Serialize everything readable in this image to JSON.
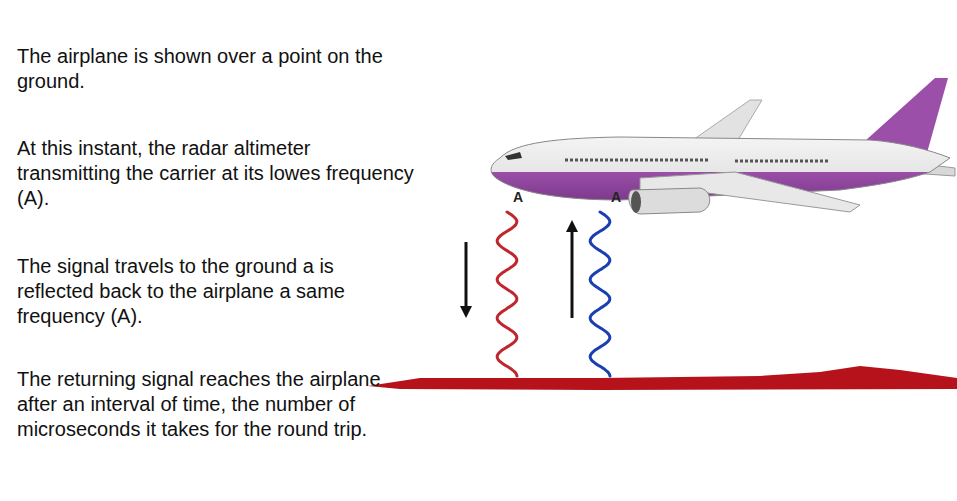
{
  "diagram": {
    "labels": [
      "The airplane is shown over a point on the ground.",
      "At this instant, the radar altimeter transmitting the carrier at its lowes frequency (A).",
      "The signal travels to the ground a is reflected back to the airplane a same frequency (A).",
      "The returning signal reaches the airplane after an interval of time, the number of microseconds it takes for the round trip.",
      "A",
      "A"
    ]
  }
}
